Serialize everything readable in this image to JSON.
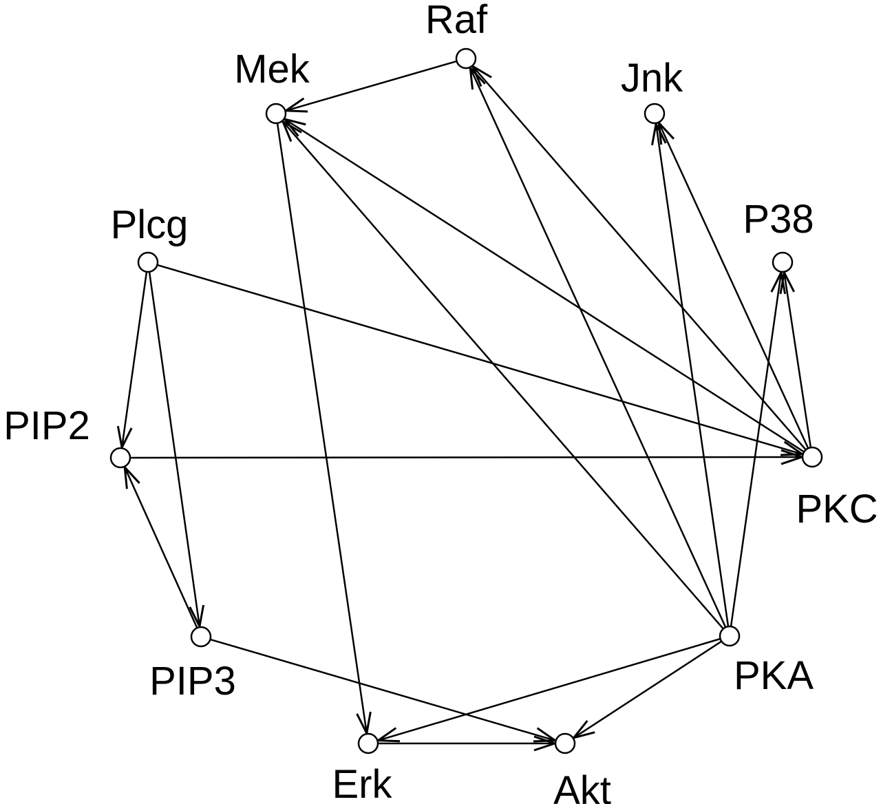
{
  "diagram": {
    "type": "directed-graph",
    "nodes": [
      {
        "id": "raf",
        "label": "Raf"
      },
      {
        "id": "mek",
        "label": "Mek"
      },
      {
        "id": "jnk",
        "label": "Jnk"
      },
      {
        "id": "plcg",
        "label": "Plcg"
      },
      {
        "id": "p38",
        "label": "P38"
      },
      {
        "id": "pip2",
        "label": "PIP2"
      },
      {
        "id": "pkc",
        "label": "PKC"
      },
      {
        "id": "pip3",
        "label": "PIP3"
      },
      {
        "id": "pka",
        "label": "PKA"
      },
      {
        "id": "erk",
        "label": "Erk"
      },
      {
        "id": "akt",
        "label": "Akt"
      }
    ],
    "edges": [
      {
        "from": "raf",
        "to": "mek"
      },
      {
        "from": "mek",
        "to": "erk"
      },
      {
        "from": "pkc",
        "to": "mek"
      },
      {
        "from": "pka",
        "to": "mek"
      },
      {
        "from": "pkc",
        "to": "raf"
      },
      {
        "from": "pka",
        "to": "raf"
      },
      {
        "from": "pkc",
        "to": "jnk"
      },
      {
        "from": "pka",
        "to": "jnk"
      },
      {
        "from": "pkc",
        "to": "p38"
      },
      {
        "from": "pka",
        "to": "p38"
      },
      {
        "from": "plcg",
        "to": "pkc"
      },
      {
        "from": "pip2",
        "to": "pkc"
      },
      {
        "from": "plcg",
        "to": "pip2"
      },
      {
        "from": "plcg",
        "to": "pip3"
      },
      {
        "from": "pip3",
        "to": "pip2"
      },
      {
        "from": "pip3",
        "to": "akt"
      },
      {
        "from": "pka",
        "to": "erk"
      },
      {
        "from": "pka",
        "to": "akt"
      },
      {
        "from": "erk",
        "to": "akt"
      }
    ]
  },
  "colors": {
    "stroke": "#000000",
    "node_fill": "#ffffff",
    "background": "#ffffff"
  }
}
